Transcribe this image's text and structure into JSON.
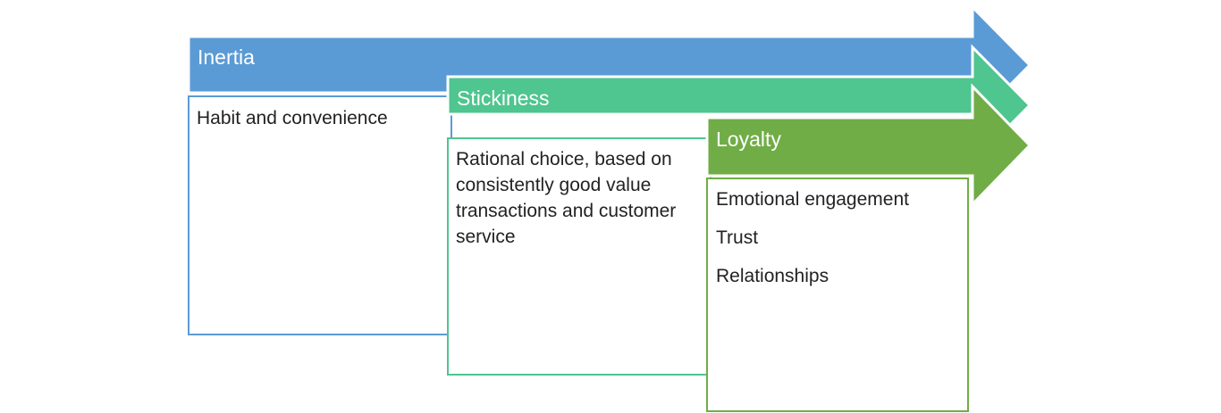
{
  "stages": [
    {
      "title": "Inertia",
      "color": "#5b9bd5",
      "items": [
        "Habit and convenience"
      ]
    },
    {
      "title": "Stickiness",
      "color": "#4fc58f",
      "items": [
        "Rational choice, based on consistently good value transactions and customer service"
      ]
    },
    {
      "title": "Loyalty",
      "color": "#70ad47",
      "items": [
        "Emotional engagement",
        "Trust",
        "Relationships"
      ]
    }
  ]
}
